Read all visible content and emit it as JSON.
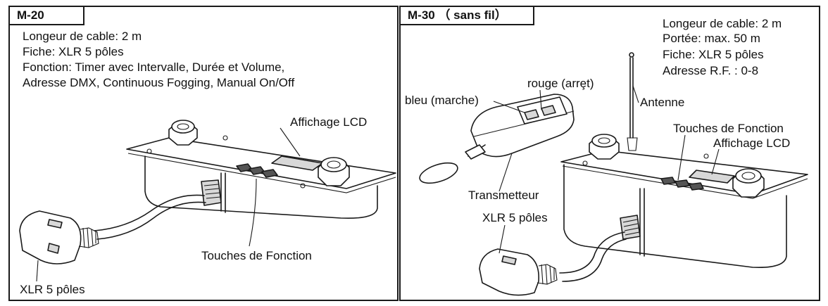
{
  "left_panel": {
    "model": "M-20",
    "specs": [
      "Longeur de cable: 2 m",
      "Fiche: XLR 5 pôles",
      "Fonction: Timer avec Intervalle, Durée et Volume,",
      "Adresse DMX, Continuous Fogging, Manual On/Off"
    ],
    "callouts": {
      "lcd": "Affichage LCD",
      "keys": "Touches de Fonction",
      "xlr": "XLR 5 pôles"
    }
  },
  "right_panel": {
    "model": "M-30 （ sans fil）",
    "specs": [
      "Longeur de cable: 2 m",
      "Portée: max. 50 m",
      "Fiche: XLR 5 pôles",
      "Adresse R.F. : 0-8"
    ],
    "callouts": {
      "red": "rouge (arrȩt)",
      "blue": "bleu (marche)",
      "antenna": "Antenne",
      "keys": "Touches de Fonction",
      "lcd": "Affichage LCD",
      "transmitter": "Transmetteur",
      "xlr": "XLR 5 pôles"
    }
  }
}
